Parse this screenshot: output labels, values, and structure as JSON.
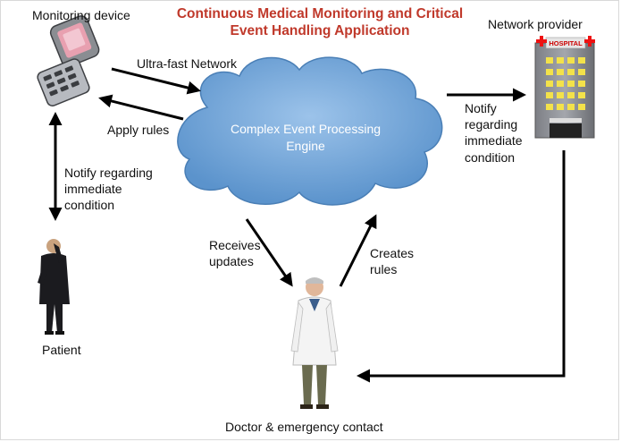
{
  "title": {
    "line1": "Continuous Medical Monitoring and Critical",
    "line2": "Event Handling Application"
  },
  "nodes": {
    "monitoring_device": "Monitoring device",
    "network_provider": "Network provider",
    "cep_engine": {
      "line1": "Complex Event Processing",
      "line2": "Engine"
    },
    "patient": "Patient",
    "doctor": "Doctor & emergency contact",
    "hospital_sign": "HOSPITAL"
  },
  "edges": {
    "ultra_fast_network": "Ultra-fast Network",
    "apply_rules": "Apply rules",
    "notify_provider": [
      "Notify",
      "regarding",
      "immediate",
      "condition"
    ],
    "notify_patient": [
      "Notify regarding",
      "immediate",
      "condition"
    ],
    "receives_updates": [
      "Receives",
      "updates"
    ],
    "creates_rules": [
      "Creates",
      "rules"
    ]
  },
  "colors": {
    "title": "#c0392b",
    "cloud": "#6fa3d6",
    "cloud_text": "#ffffff",
    "arrow": "#000000"
  }
}
